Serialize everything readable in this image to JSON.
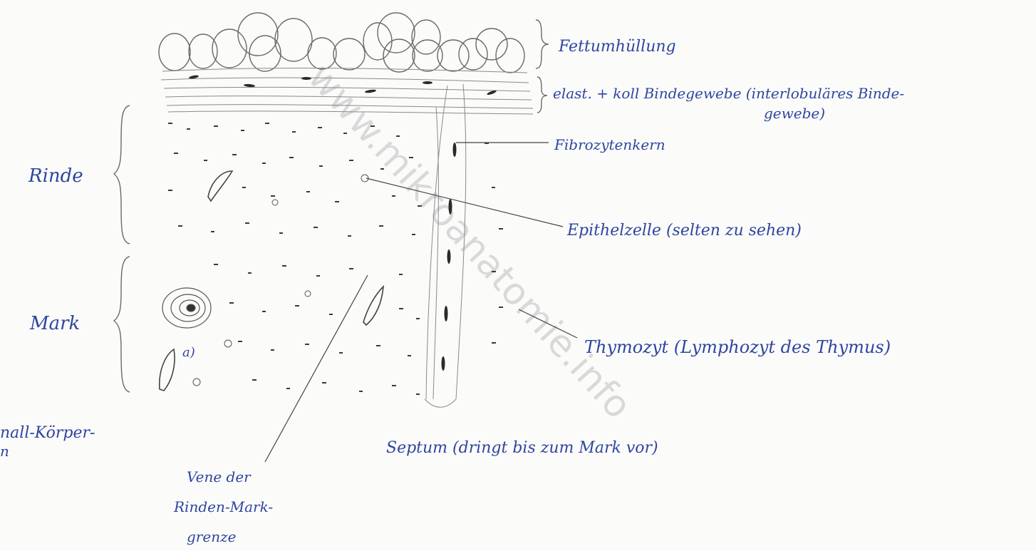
{
  "colors": {
    "ink_blue": "#2f45a0",
    "pencil": "#6a6a6a",
    "paper": "#fbfbfa"
  },
  "watermark": "www.mikroanatomie.info",
  "labels": {
    "fat": "Fettumhüllung",
    "connective_1": "elast. + koll Bindegewebe (interlobuläres Binde-",
    "connective_2": "gewebe)",
    "fibrocyte": "Fibrozytenkern",
    "cortex": "Rinde",
    "epithelial": "Epithelzelle (selten zu sehen)",
    "medulla": "Mark",
    "thymocyte": "Thymozyt (Lymphozyt des Thymus)",
    "hassall_1": "nall-Körper-",
    "hassall_2": "n",
    "marker_a": "a)",
    "septum": "Septum (dringt bis zum Mark vor)",
    "vessel_1": "Vene der",
    "vessel_2": "Rinden-Mark-",
    "vessel_3": "grenze"
  }
}
